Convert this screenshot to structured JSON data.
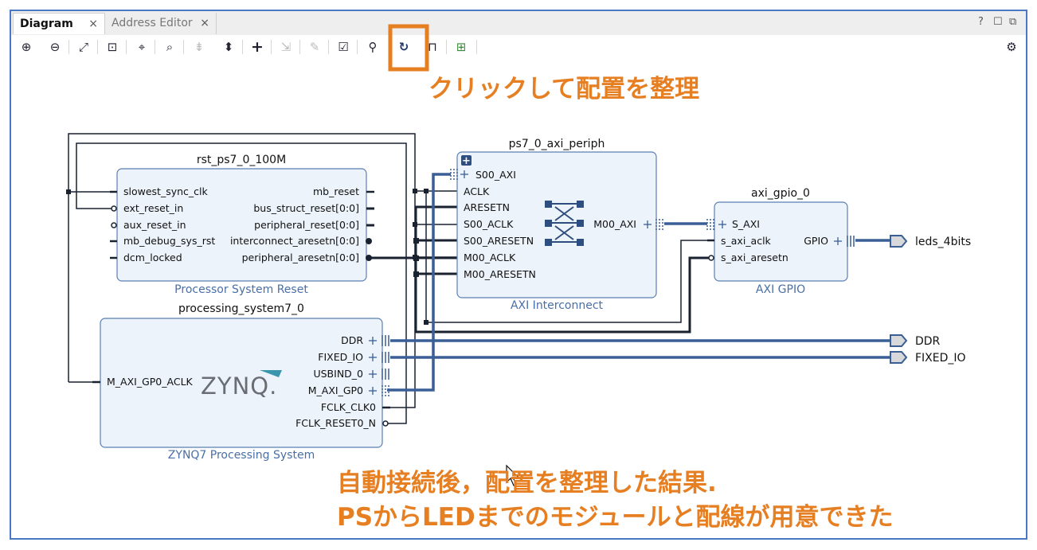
{
  "tabs": [
    {
      "label": "Diagram",
      "close": "×"
    },
    {
      "label": "Address Editor",
      "close": "×"
    }
  ],
  "window_controls": [
    "?",
    "☐",
    "⧉"
  ],
  "annotations": {
    "top": "クリックして配置を整理",
    "bottom_line1": "自動接続後，配置を整理した結果.",
    "bottom_line2": "PSからLEDまでのモジュールと配線が用意できた"
  },
  "colors": {
    "accent": "#e67e22",
    "frame": "#4a78c2",
    "block_fill": "#edf3fb",
    "block_border": "#5a7fb3",
    "bus": "#3a5e96"
  },
  "blocks": {
    "rst": {
      "title": "rst_ps7_0_100M",
      "subtitle": "Processor System Reset",
      "left_ports": [
        "slowest_sync_clk",
        "ext_reset_in",
        "aux_reset_in",
        "mb_debug_sys_rst",
        "dcm_locked"
      ],
      "right_ports": [
        "mb_reset",
        "bus_struct_reset[0:0]",
        "peripheral_reset[0:0]",
        "interconnect_aresetn[0:0]",
        "peripheral_aresetn[0:0]"
      ]
    },
    "ps7": {
      "title": "processing_system7_0",
      "subtitle": "ZYNQ7 Processing System",
      "logo": "ZYNQ.",
      "left_ports": [
        "M_AXI_GP0_ACLK"
      ],
      "right_ports": [
        "DDR",
        "FIXED_IO",
        "USBIND_0",
        "M_AXI_GP0",
        "FCLK_CLK0",
        "FCLK_RESET0_N"
      ]
    },
    "periph": {
      "title": "ps7_0_axi_periph",
      "subtitle": "AXI Interconnect",
      "left_ports": [
        "S00_AXI",
        "ACLK",
        "ARESETN",
        "S00_ACLK",
        "S00_ARESETN",
        "M00_ACLK",
        "M00_ARESETN"
      ],
      "right_ports": [
        "M00_AXI"
      ]
    },
    "gpio": {
      "title": "axi_gpio_0",
      "subtitle": "AXI GPIO",
      "left_ports": [
        "S_AXI",
        "s_axi_aclk",
        "s_axi_aresetn"
      ],
      "right_ports": [
        "GPIO"
      ]
    }
  },
  "external_ports": [
    "leds_4bits",
    "DDR",
    "FIXED_IO"
  ]
}
